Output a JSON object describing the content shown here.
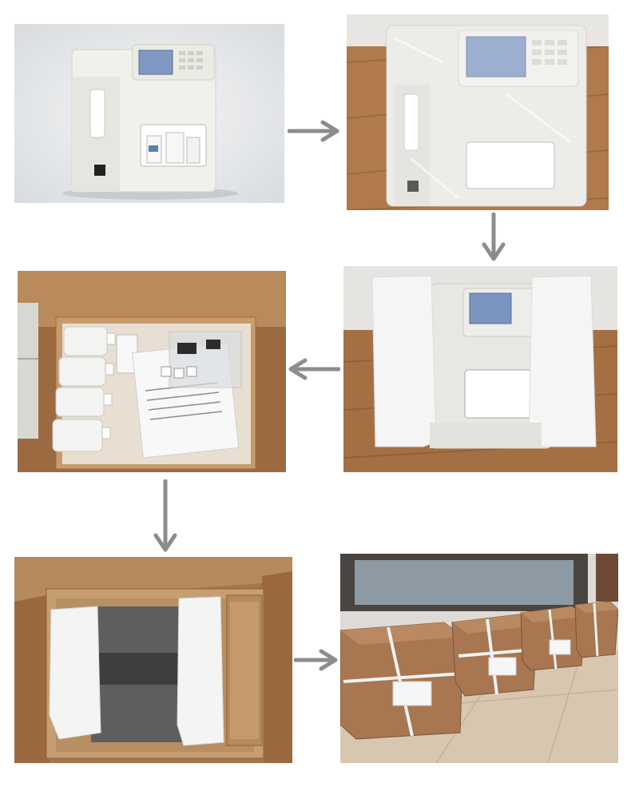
{
  "colors": {
    "arrow": "#8c8c8c",
    "studio_bg": "#e4e6e8",
    "wood_floor": "#9a6b44",
    "cardboard": "#a87a4f",
    "foam": "#f4f4f4",
    "machine_body": "#ecece6",
    "screen": "#8fa3c4"
  },
  "panels": [
    {
      "id": "step-1",
      "subject": "analyzer-unit"
    },
    {
      "id": "step-2",
      "subject": "plastic-wrapped-unit"
    },
    {
      "id": "step-3",
      "subject": "foam-padded-unit"
    },
    {
      "id": "step-4",
      "subject": "reagents-accessories-box"
    },
    {
      "id": "step-5",
      "subject": "unit-in-carton"
    },
    {
      "id": "step-6",
      "subject": "sealed-cartons"
    }
  ],
  "arrows": [
    {
      "from": "step-1",
      "to": "step-2",
      "direction": "right"
    },
    {
      "from": "step-2",
      "to": "step-3",
      "direction": "down"
    },
    {
      "from": "step-3",
      "to": "step-4",
      "direction": "left"
    },
    {
      "from": "step-4",
      "to": "step-5",
      "direction": "down"
    },
    {
      "from": "step-5",
      "to": "step-6",
      "direction": "right"
    }
  ]
}
